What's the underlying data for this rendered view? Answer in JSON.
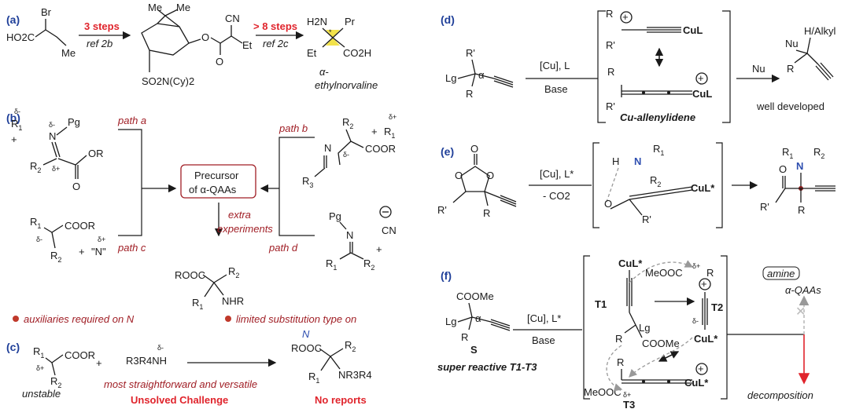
{
  "panels": {
    "a": {
      "label": "(a)",
      "sm_br": "Br",
      "sm_ho2c": "HO2C",
      "sm_me": "Me",
      "step1": "3 steps",
      "ref1": "ref 2b",
      "int_me1": "Me",
      "int_me2": "Me",
      "int_cn": "CN",
      "int_et": "Et",
      "int_so2": "SO2N(Cy)2",
      "step2": "> 8 steps",
      "ref2": "ref 2c",
      "prod_h2n": "H2N",
      "prod_pr": "Pr",
      "prod_et": "Et",
      "prod_co2h": "CO2H",
      "prod_name1": "α-",
      "prod_name2": "ethylnorvaline"
    },
    "b": {
      "label": "(b)",
      "path_a": "path a",
      "path_b": "path b",
      "path_c": "path c",
      "path_d": "path d",
      "precursor1": "Precursor",
      "precursor2": "of α-QAAs",
      "extra1": "extra",
      "extra2": "experiments",
      "bul1": "auxiliaries required on N",
      "bul2a": "limited substitution type on",
      "bul2b": "N",
      "cn": "CN",
      "nq": "\"N\"",
      "cooR": "COOR",
      "or": "OR",
      "pg": "Pg",
      "nhr": "NHR",
      "rooc": "ROOC"
    },
    "c": {
      "label": "(c)",
      "unstable": "unstable",
      "nucleophile": "R3R4NH",
      "versatile": "most straightforward and versatile",
      "unsolved": "Unsolved Challenge",
      "noreports": "No reports",
      "prod_nr": "NR3R4"
    },
    "d": {
      "label": "(d)",
      "cond": "[Cu], L",
      "base": "Base",
      "cul": "CuL",
      "allenylidene": "Cu-allenylidene",
      "nu": "Nu",
      "halkyl": "H/Alkyl",
      "well": "well developed"
    },
    "e": {
      "label": "(e)",
      "cond": "[Cu], L*",
      "co2": "- CO2",
      "cul": "CuL*"
    },
    "f": {
      "label": "(f)",
      "cond": "[Cu], L*",
      "base": "Base",
      "s": "S",
      "super": "super reactive T1-T3",
      "t1": "T1",
      "t2": "T2",
      "t3": "T3",
      "cul": "CuL*",
      "meooc": "MeOOC",
      "coome": "COOMe",
      "qaas": "α-QAAs",
      "amine": "amine",
      "decomp": "decomposition"
    }
  }
}
